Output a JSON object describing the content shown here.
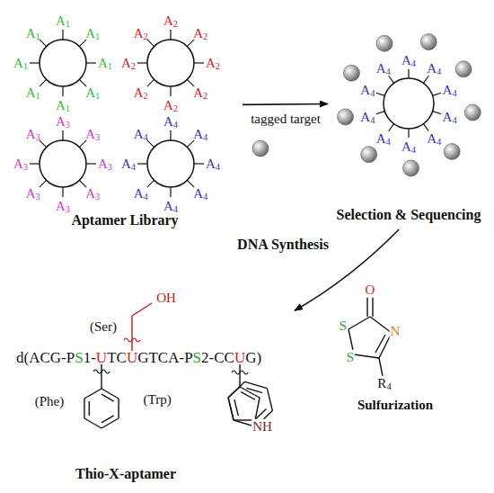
{
  "diagram": {
    "nodes": [
      {
        "text": [
          "Aptamer Library"
        ]
      },
      {
        "text": [
          "Selection & Sequencing"
        ]
      },
      {
        "text": [
          "d(ACG-PS1-UTCUGTCA-PS2-CCUG)",
          "Thio-X-aptamer"
        ]
      }
    ],
    "edges": [
      {
        "from": 0,
        "to": 1,
        "arrow": "to",
        "label": "tagged target"
      },
      {
        "from": 1,
        "to": 2,
        "arrow": "to",
        "label": "DNA Synthesis"
      }
    ],
    "labels": [
      "A1",
      "A1",
      "A1",
      "A1",
      "A1",
      "A1",
      "A1",
      "A1",
      "A2",
      "A2",
      "A2",
      "A2",
      "A2",
      "A2",
      "A2",
      "A2",
      "A3",
      "A3",
      "A3",
      "A3",
      "A3",
      "A3",
      "A3",
      "A3",
      "A4",
      "A4",
      "A4",
      "A4",
      "A4",
      "A4",
      "A4",
      "A4",
      "A4",
      "A4",
      "A4",
      "A4",
      "A4",
      "A4",
      "A4",
      "A4",
      "A4",
      "A4",
      "O",
      "S",
      "S",
      "N",
      "R4",
      "Sulfurization",
      "(Ser)",
      "OH",
      "(Phe)",
      "(Trp)",
      "NH"
    ]
  }
}
